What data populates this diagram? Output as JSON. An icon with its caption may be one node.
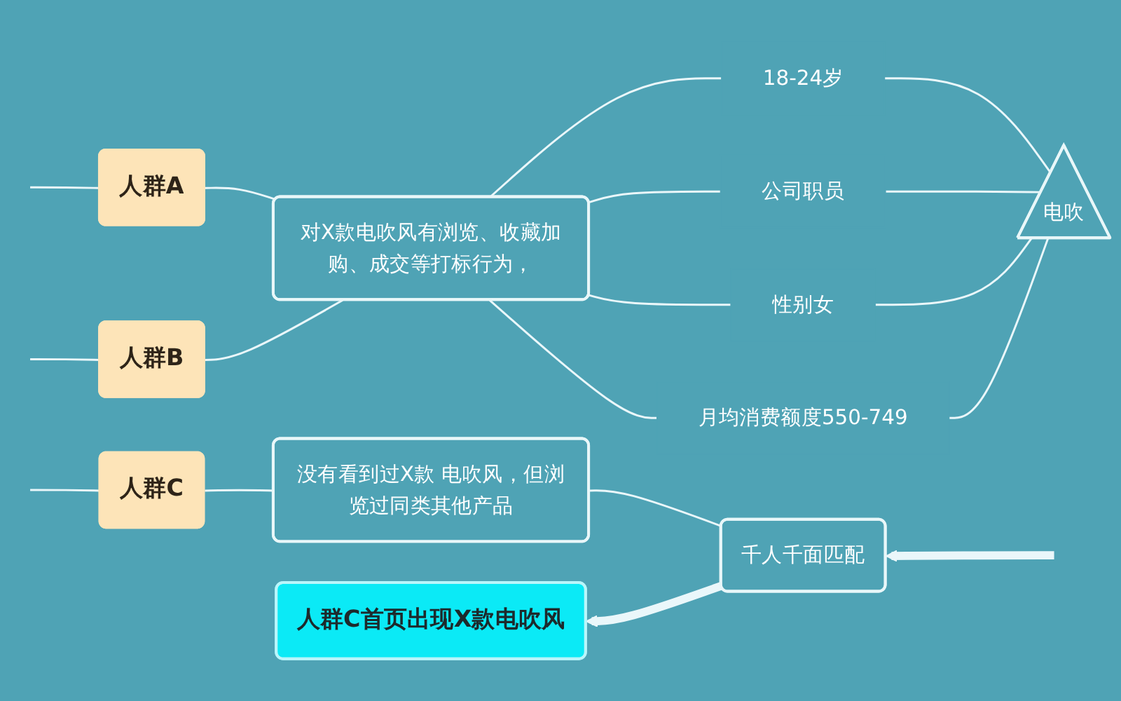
{
  "diagram": {
    "nodes": [
      {
        "text": [
          "人群A"
        ]
      },
      {
        "text": [
          "人群B"
        ]
      },
      {
        "text": [
          "对X款电吹风有浏览、收藏加购、成交等打标行为，"
        ]
      },
      {
        "text": [
          "18-24岁"
        ]
      },
      {
        "text": [
          "公司职员"
        ]
      },
      {
        "text": [
          "性别女"
        ]
      },
      {
        "text": [
          "月均消费额度550-749"
        ]
      },
      {
        "text": [
          "电吹"
        ]
      },
      {
        "text": [
          "人群C"
        ]
      },
      {
        "text": [
          "没有看到过X款 电吹风，但浏览过同类其他产品"
        ]
      },
      {
        "text": [
          "千人千面匹配"
        ]
      },
      {
        "text": [
          "人群C首页出现X款电吹风"
        ]
      }
    ],
    "edges": [
      {
        "from": 0,
        "to": null,
        "arrow": "none"
      },
      {
        "from": 1,
        "to": null,
        "arrow": "none"
      },
      {
        "from": 2,
        "to": 0,
        "arrow": "none"
      },
      {
        "from": 2,
        "to": 1,
        "arrow": "none"
      },
      {
        "from": 3,
        "to": 2,
        "arrow": "none"
      },
      {
        "from": 4,
        "to": 2,
        "arrow": "none"
      },
      {
        "from": 5,
        "to": 2,
        "arrow": "none"
      },
      {
        "from": 6,
        "to": 2,
        "arrow": "none"
      },
      {
        "from": 7,
        "to": 3,
        "arrow": "none"
      },
      {
        "from": 7,
        "to": 4,
        "arrow": "none"
      },
      {
        "from": 7,
        "to": 5,
        "arrow": "none"
      },
      {
        "from": 7,
        "to": 6,
        "arrow": "none"
      },
      {
        "from": 8,
        "to": null,
        "arrow": "none"
      },
      {
        "from": 9,
        "to": 8,
        "arrow": "none"
      },
      {
        "from": 10,
        "to": 9,
        "arrow": "none"
      },
      {
        "from": null,
        "to": 10,
        "arrow": "to",
        "style": "thick"
      },
      {
        "from": 10,
        "to": 11,
        "arrow": "to",
        "style": "thick"
      }
    ]
  }
}
